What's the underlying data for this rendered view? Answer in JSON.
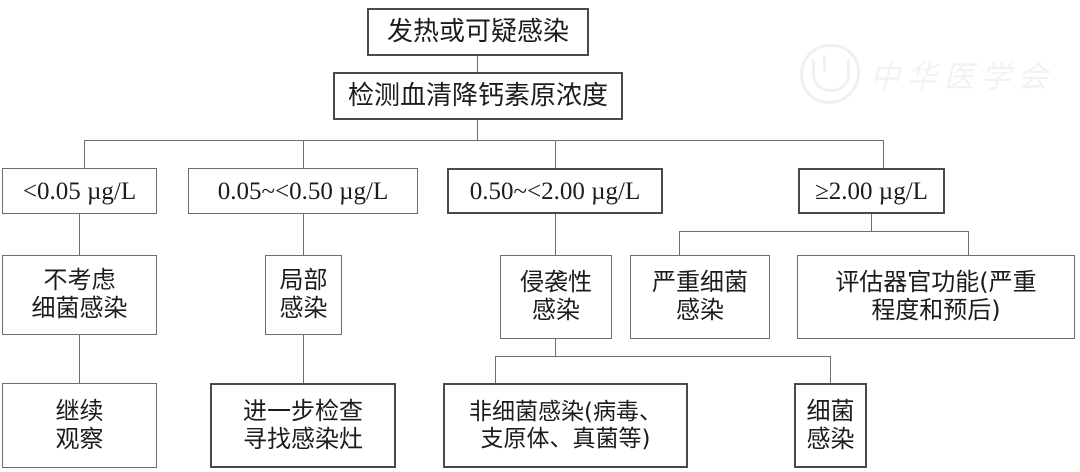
{
  "figure": {
    "type": "clinical-decision-flowchart",
    "title_text": "发热或可疑感染",
    "test_text": "检测血清降钙素原浓度"
  },
  "watermark": {
    "text": "中华医学会",
    "seal_name": "seal-logo"
  },
  "levels": {
    "l1": "<0.05 µg/L",
    "l2": "0.05~<0.50 µg/L",
    "l3": "0.50~<2.00 µg/L",
    "l4": "≥2.00 µg/L"
  },
  "interpretations": {
    "no_bacterial": "不考虑\n细菌感染",
    "local": "局部\n感染",
    "invasive": "侵袭性\n感染",
    "severe_bacterial": "严重细菌\n感染",
    "organ_assessment": "评估器官功能(严重\n程度和预后)"
  },
  "actions": {
    "observe": "继续\n观察",
    "further_exam": "进一步检查\n寻找感染灶",
    "non_bacterial": "非细菌感染(病毒、\n支原体、真菌等)",
    "bacterial": "细菌\n感染"
  },
  "colors": {
    "box_border": "#6e6e6e",
    "connector": "#6e6e6e",
    "text": "#1c1c1c",
    "background": "#ffffff",
    "watermark": "#f2f2f2"
  }
}
